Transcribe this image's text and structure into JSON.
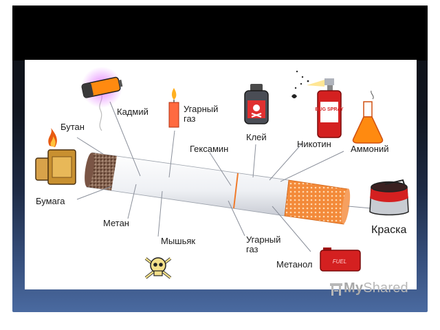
{
  "labels": {
    "butan": "Бутан",
    "kadmiy": "Кадмий",
    "ugarny_gaz_top": "Угарный\nгаз",
    "klei": "Клей",
    "nikotin": "Никотин",
    "ammoniy": "Аммоний",
    "geksamin": "Гексамин",
    "bumaga": "Бумага",
    "kraska": "Краска",
    "metan": "Метан",
    "myshyak": "Мышьяк",
    "ugarny_gaz_bottom": "Угарный\nгаз",
    "metanol": "Метанол"
  },
  "icons": {
    "spray_text": "BUG SPRAY",
    "fuel_can_text": "FUEL"
  },
  "watermark": {
    "brand_first": "My",
    "brand_second": "Shared"
  },
  "colors": {
    "frame_dark": "#0b0d12",
    "frame_blue": "#4a6aa0",
    "filter": "#f07a2a",
    "spray_red": "#d42020"
  }
}
